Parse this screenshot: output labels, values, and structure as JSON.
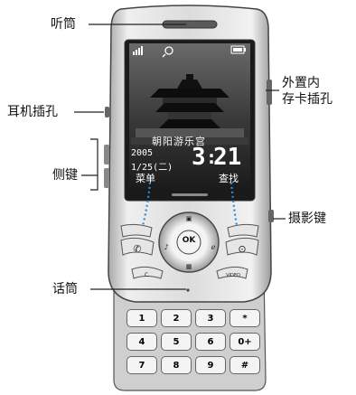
{
  "callouts": {
    "earpiece": "听筒",
    "external_card_slot_line1": "外置内",
    "external_card_slot_line2": "存卡插孔",
    "headset_jack": "耳机插孔",
    "side_keys": "侧键",
    "camera_key": "摄影键",
    "microphone": "话筒"
  },
  "screen": {
    "wallpaper_caption": "朝阳游乐宫",
    "date_year": "2005",
    "date_day": "1/25(二)",
    "time_hour": "3",
    "time_minute": "21",
    "softkey_left": "菜单",
    "softkey_right": "查找"
  },
  "nav": {
    "ok_label": "OK"
  },
  "keypad": {
    "keys": [
      "1",
      "2",
      "3",
      "*",
      "4",
      "5",
      "6",
      "0+",
      "7",
      "8",
      "9",
      "#"
    ]
  },
  "colors": {
    "body_silver": "#d8d8d8",
    "screen_dark": "#1c1c1c",
    "callout_line": "#222222"
  }
}
